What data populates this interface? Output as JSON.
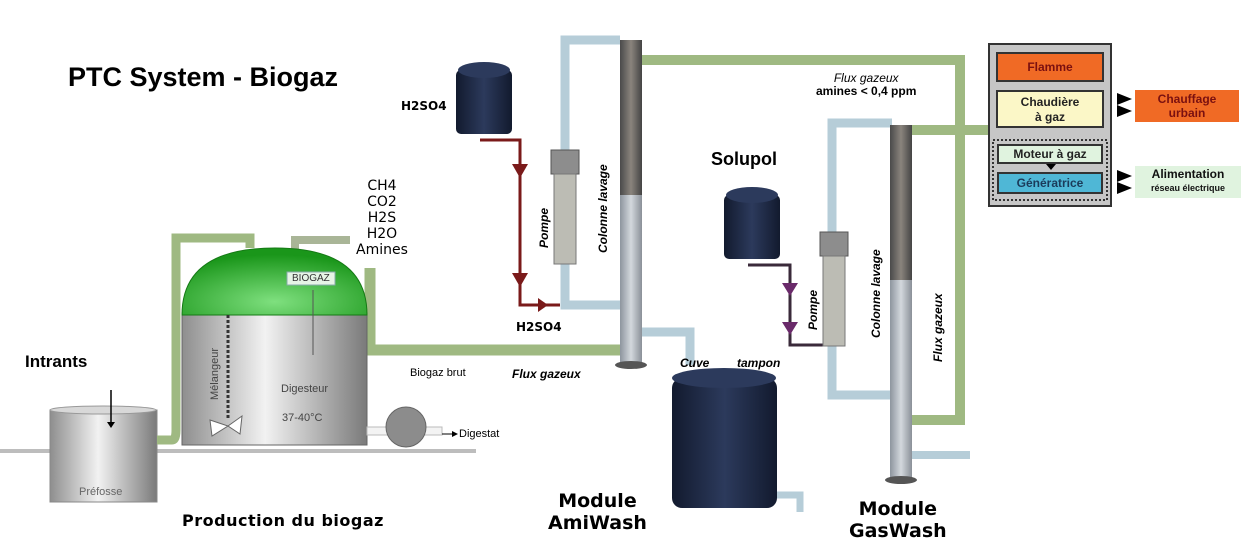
{
  "title": "PTC System - Biogaz",
  "gas_components": [
    "CH4",
    "CO2",
    "H2S",
    "H2O",
    "Amines"
  ],
  "production": {
    "intrants_label": "Intrants",
    "prefosse_label": "Préfosse",
    "digester_label": "Digesteur",
    "digester_temp": "37-40°C",
    "mixer_label": "Mélangeur",
    "biogaz_tag": "BIOGAZ",
    "digestat_label": "Digestat",
    "biogaz_brut_label": "Biogaz brut",
    "section_label": "Production du biogaz"
  },
  "amiwash": {
    "reagent_tank_label": "H2SO4",
    "reagent_inject_label": "H2SO4",
    "pump_label": "Pompe",
    "column_label": "Colonne lavage",
    "flux_label": "Flux gazeux",
    "buffer_tank_label_1": "Cuve",
    "buffer_tank_label_2": "tampon",
    "module_line1": "Module",
    "module_line2": "AmiWash"
  },
  "gaswash": {
    "reagent_tank_label": "Solupol",
    "pump_label": "Pompe",
    "column_label": "Colonne lavage",
    "flux_label": "Flux gazeux",
    "module_line1": "Module",
    "module_line2": "GasWash"
  },
  "outlet": {
    "flux_label_line1": "Flux gazeux",
    "flux_label_line2": "amines < 0,4 ppm"
  },
  "utilisation": {
    "flamme": "Flamme",
    "chaudiere_line1": "Chaudière",
    "chaudiere_line2": "à gaz",
    "moteur": "Moteur à gaz",
    "generatrice": "Génératrice",
    "chauffage_line1": "Chauffage",
    "chauffage_line2": "urbain",
    "alimentation_line1": "Alimentation",
    "alimentation_line2": "réseau électrique"
  },
  "colors": {
    "gas_pipe": "#9fb982",
    "liquid_pipe": "#b6cdd8",
    "acid_pipe": "#7a1a1a",
    "solupol_pipe": "#3a2a3a",
    "dome": "#1f9e1f",
    "tank": "#1f2a44",
    "flamme": "#f06a25",
    "chaudiere": "#fbf7c7",
    "moteur": "#e0f3df",
    "generatrice": "#4fb7d6"
  }
}
